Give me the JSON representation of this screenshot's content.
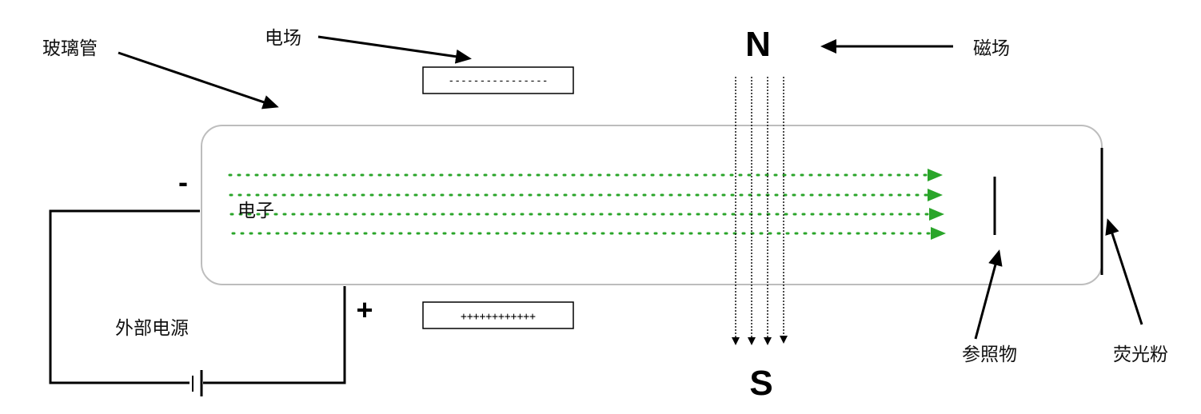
{
  "labels": {
    "glass_tube": "玻璃管",
    "electric_field": "电场",
    "magnetic_field": "磁场",
    "electron": "电子",
    "power_source": "外部电源",
    "reference_object": "参照物",
    "phosphor": "荧光粉"
  },
  "symbols": {
    "north": "N",
    "south": "S",
    "minus": "-",
    "plus": "+"
  },
  "plates": {
    "negative": "----------------",
    "positive": "++++++++++++"
  },
  "colors": {
    "electron_beam": "#2aa52a",
    "tube_outline": "#bdbdbd",
    "ink": "#000000"
  }
}
